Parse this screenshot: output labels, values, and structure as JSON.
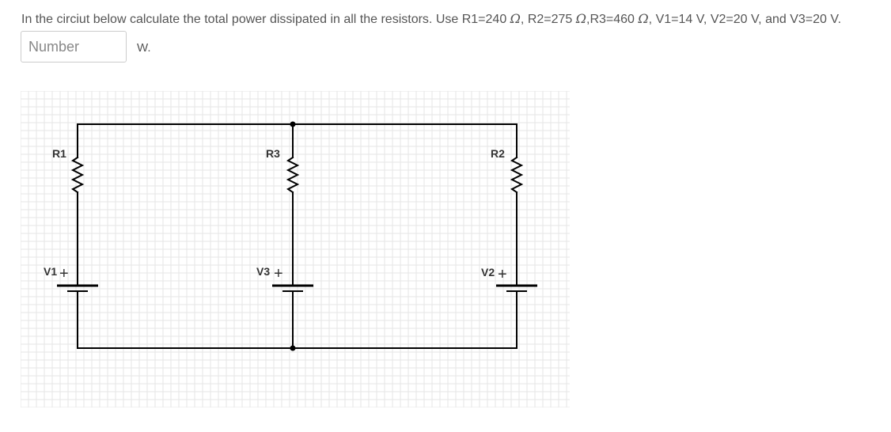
{
  "question": {
    "segments": [
      "In the circiut below calculate the total power dissipated in all the resistors. Use R1=240 ",
      ", R2=275 ",
      ",R3=460 ",
      ", V1=14 V, V2=20 V, and V3=20 V."
    ],
    "omega": "Ω"
  },
  "answer": {
    "value": "",
    "placeholder": "Number",
    "unit": "W."
  },
  "circuit": {
    "labels": {
      "r1": "R1",
      "r2": "R2",
      "r3": "R3",
      "v1": "V1",
      "v2": "V2",
      "v3": "V3",
      "plus": "+"
    },
    "colors": {
      "wire": "#000000",
      "grid": "#e6e6e6",
      "label": "#333333"
    }
  }
}
